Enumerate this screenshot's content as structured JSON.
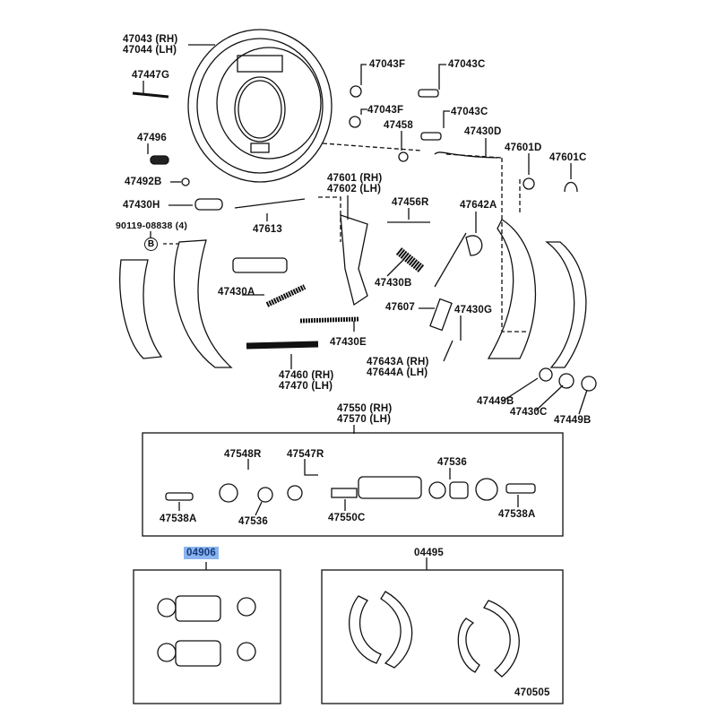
{
  "diagram_number": "470505",
  "labels": {
    "backing_plate": [
      "47043 (RH)",
      "47044 (LH)"
    ],
    "p47447G": "47447G",
    "p47496": "47496",
    "p47492B": "47492B",
    "p47430H": "47430H",
    "p90119": "90119-08838 (4)",
    "ref_b": "B",
    "p47043F_1": "47043F",
    "p47043F_2": "47043F",
    "p47043C_1": "47043C",
    "p47043C_2": "47043C",
    "p47458": "47458",
    "p47430D": "47430D",
    "p47601D": "47601D",
    "p47601C": "47601C",
    "lever": [
      "47601 (RH)",
      "47602 (LH)"
    ],
    "p47456R": "47456R",
    "p47642A": "47642A",
    "p47613": "47613",
    "p47430A": "47430A",
    "p47430B": "47430B",
    "p47607": "47607",
    "p47430G": "47430G",
    "p47430E": "47430E",
    "adjuster": [
      "47460 (RH)",
      "47470 (LH)"
    ],
    "pawl": [
      "47643A (RH)",
      "47644A (LH)"
    ],
    "p47449B_1": "47449B",
    "p47430C": "47430C",
    "p47449B_2": "47449B",
    "cylinder": [
      "47550 (RH)",
      "47570 (LH)"
    ],
    "p47548R": "47548R",
    "p47547R": "47547R",
    "p47536_1": "47536",
    "p47538A_1": "47538A",
    "p47536_2": "47536",
    "p47550C": "47550C",
    "p47538A_2": "47538A",
    "kit_cylinder": "04906",
    "kit_shoes": "04495"
  },
  "colors": {
    "highlight": "#8ab4f0",
    "highlight_text": "#173a7a",
    "ink": "#111111"
  }
}
